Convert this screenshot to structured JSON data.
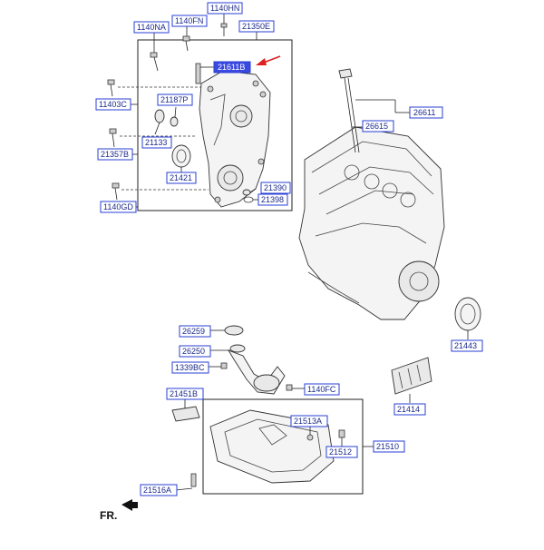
{
  "parts": {
    "p1140HN": "1140HN",
    "p1140FN": "1140FN",
    "p1140NA": "1140NA",
    "p21350E": "21350E",
    "p21611B": "21611B",
    "p21187P": "21187P",
    "p11403C": "11403C",
    "p21133": "21133",
    "p21357B": "21357B",
    "p21421": "21421",
    "p21390": "21390",
    "p21398": "21398",
    "p1140GD": "1140GD",
    "p26611": "26611",
    "p26615": "26615",
    "p21443": "21443",
    "p26259": "26259",
    "p26250": "26250",
    "p1339BC": "1339BC",
    "p1140FC": "1140FC",
    "p21451B": "21451B",
    "p21414": "21414",
    "p21513A": "21513A",
    "p21510": "21510",
    "p21512": "21512",
    "p21516A": "21516A"
  },
  "orientation": "FR.",
  "highlighted_part": "21611B",
  "colors": {
    "label_text": "#1b2a8a",
    "label_border": "#2a3fd6",
    "highlight_fill": "#3a49e0",
    "arrow": "#e02020"
  }
}
